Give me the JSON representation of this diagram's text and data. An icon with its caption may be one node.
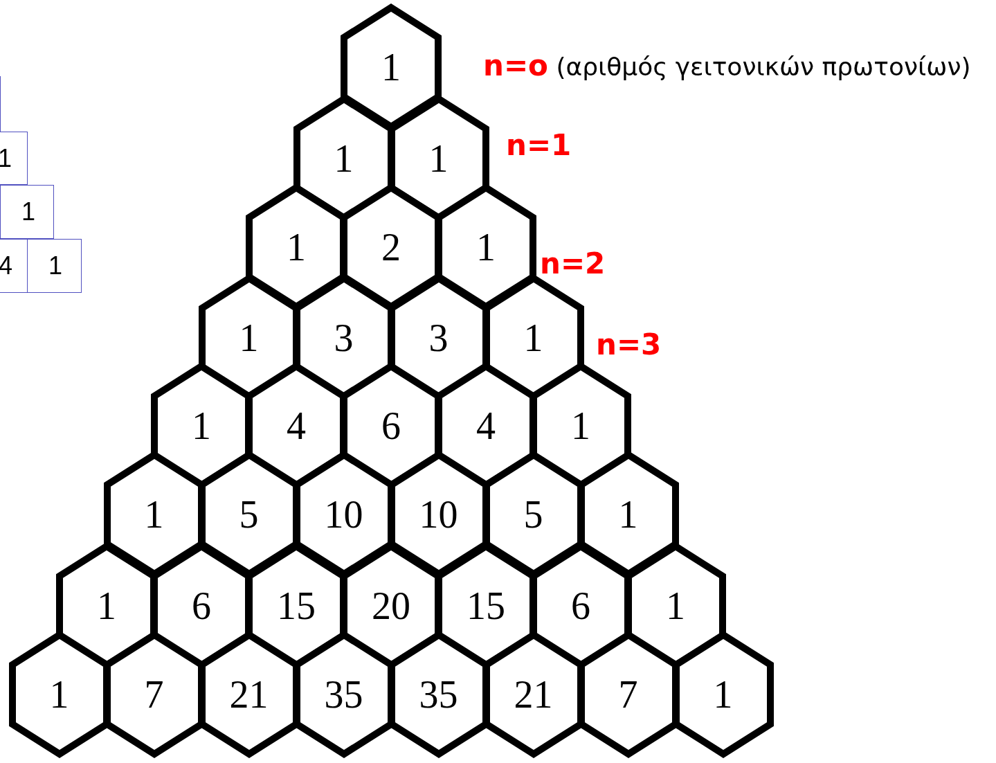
{
  "diagram": {
    "nodes": [
      {
        "text": [],
        "shape": "box"
      },
      {
        "text": [
          "1"
        ]
      },
      {
        "text": [
          "1"
        ]
      },
      {
        "text": [
          "4"
        ]
      },
      {
        "text": [
          "1"
        ]
      },
      {
        "text": [
          "1"
        ]
      },
      {
        "text": [
          "1"
        ]
      },
      {
        "text": [
          "1"
        ]
      },
      {
        "text": [
          "1"
        ]
      },
      {
        "text": [
          "2"
        ]
      },
      {
        "text": [
          "1"
        ]
      },
      {
        "text": [
          "1"
        ]
      },
      {
        "text": [
          "3"
        ]
      },
      {
        "text": [
          "3"
        ]
      },
      {
        "text": [
          "1"
        ]
      },
      {
        "text": [
          "1"
        ]
      },
      {
        "text": [
          "4"
        ]
      },
      {
        "text": [
          "6"
        ]
      },
      {
        "text": [
          "4"
        ]
      },
      {
        "text": [
          "1"
        ]
      },
      {
        "text": [
          "1"
        ]
      },
      {
        "text": [
          "5"
        ]
      },
      {
        "text": [
          "10"
        ]
      },
      {
        "text": [
          "10"
        ]
      },
      {
        "text": [
          "5"
        ]
      },
      {
        "text": [
          "1"
        ]
      },
      {
        "text": [
          "1"
        ]
      },
      {
        "text": [
          "6"
        ]
      },
      {
        "text": [
          "15"
        ]
      },
      {
        "text": [
          "20"
        ]
      },
      {
        "text": [
          "15"
        ]
      },
      {
        "text": [
          "6"
        ]
      },
      {
        "text": [
          "1"
        ]
      },
      {
        "text": [
          "1"
        ]
      },
      {
        "text": [
          "7"
        ]
      },
      {
        "text": [
          "21"
        ]
      },
      {
        "text": [
          "35"
        ]
      },
      {
        "text": [
          "35"
        ]
      },
      {
        "text": [
          "21"
        ]
      },
      {
        "text": [
          "7"
        ]
      },
      {
        "text": [
          "1"
        ]
      }
    ],
    "labels": [
      "**n=o** (αριθμός γειτονικών πρωτονίων)",
      "n=1",
      "n=2",
      "n=3"
    ]
  }
}
